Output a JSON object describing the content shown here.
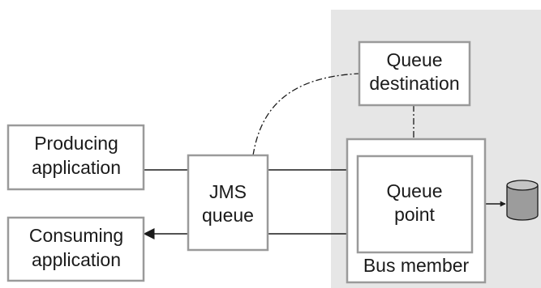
{
  "nodes": {
    "producing_application": {
      "line1": "Producing",
      "line2": "application"
    },
    "consuming_application": {
      "line1": "Consuming",
      "line2": "application"
    },
    "jms_queue": {
      "line1": "JMS",
      "line2": "queue"
    },
    "queue_destination": {
      "line1": "Queue",
      "line2": "destination"
    },
    "queue_point": {
      "line1": "Queue",
      "line2": "point"
    },
    "bus_member": {
      "label": "Bus member"
    }
  },
  "colors": {
    "region_fill": "#e6e6e6",
    "box_stroke": "#9a9a9a",
    "box_fill": "#ffffff",
    "line": "#1a1a1a",
    "cylinder_fill": "#9c9c9c",
    "cylinder_top": "#c4c4c4"
  },
  "icons": {
    "datastore": "database-cylinder-icon"
  }
}
